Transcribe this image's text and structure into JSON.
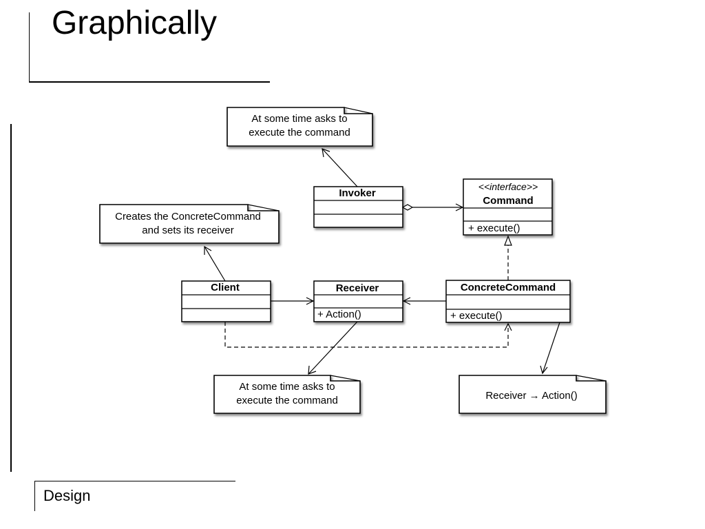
{
  "slide": {
    "title": "Graphically",
    "footer": "Design"
  },
  "diagram": {
    "notes": {
      "invoker_note": [
        "At some time asks to",
        "execute the command"
      ],
      "client_note": [
        "Creates the ConcreteCommand",
        "and sets its receiver"
      ],
      "receiver_note": [
        "At some time asks to",
        "execute the command"
      ],
      "concrete_note": "Receiver → Action()"
    },
    "classes": {
      "invoker": {
        "name": "Invoker"
      },
      "command": {
        "stereotype": "<<interface>>",
        "name": "Command",
        "operation": "+ execute()"
      },
      "client": {
        "name": "Client"
      },
      "receiver": {
        "name": "Receiver",
        "operation": "+ Action()"
      },
      "concrete_command": {
        "name": "ConcreteCommand",
        "operation": "+ execute()"
      }
    }
  }
}
